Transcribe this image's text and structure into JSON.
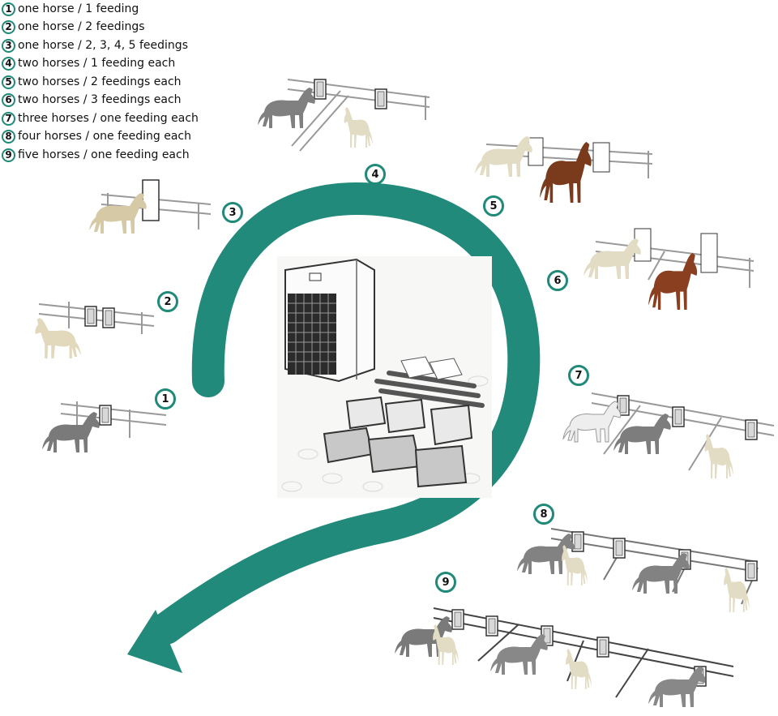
{
  "legend": {
    "items": [
      {
        "num": "1",
        "text": "one horse / 1 feeding"
      },
      {
        "num": "2",
        "text": "one horse / 2 feedings"
      },
      {
        "num": "3",
        "text": "one horse / 2, 3, 4, 5 feedings"
      },
      {
        "num": "4",
        "text": "two horses / 1 feeding each"
      },
      {
        "num": "5",
        "text": "two horses / 2 feedings each"
      },
      {
        "num": "6",
        "text": "two horses / 3 feedings each"
      },
      {
        "num": "7",
        "text": "three horses / one feeding each"
      },
      {
        "num": "8",
        "text": "four horses / one feeding each"
      },
      {
        "num": "9",
        "text": "five horses / one feeding each"
      }
    ]
  },
  "markers": [
    "1",
    "2",
    "3",
    "4",
    "5",
    "6",
    "7",
    "8",
    "9"
  ],
  "colors": {
    "accent": "#1f8a78",
    "arrow": "#218a7a",
    "horse_grey": "#8a8a8a",
    "horse_cream": "#e3dcc4",
    "horse_brown": "#7a3b1c"
  },
  "center_image": {
    "icon": "solar-feeder-kit-illustration"
  }
}
